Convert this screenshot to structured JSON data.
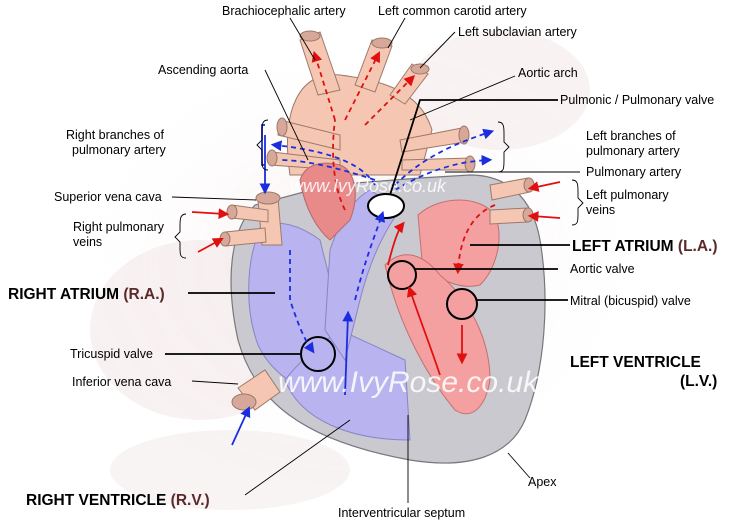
{
  "labels": {
    "brachiocephalic_artery": "Brachiocephalic artery",
    "left_common_carotid_artery": "Left common carotid artery",
    "left_subclavian_artery": "Left subclavian artery",
    "ascending_aorta": "Ascending aorta",
    "aortic_arch": "Aortic arch",
    "pulmonic_valve": "Pulmonic / Pulmonary valve",
    "right_branches_line1": "Right branches of",
    "right_branches_line2": "pulmonary artery",
    "left_branches_line1": "Left branches of",
    "left_branches_line2": "pulmonary artery",
    "pulmonary_artery": "Pulmonary artery",
    "superior_vena_cava": "Superior vena cava",
    "left_pulmonary_veins_line1": "Left pulmonary",
    "left_pulmonary_veins_line2": "veins",
    "right_pulmonary_veins_line1": "Right pulmonary",
    "right_pulmonary_veins_line2": "veins",
    "left_atrium_name": "LEFT ATRIUM ",
    "left_atrium_abbr": "(L.A.)",
    "aortic_valve": "Aortic valve",
    "right_atrium_name": "RIGHT ATRIUM ",
    "right_atrium_abbr": "(R.A.)",
    "mitral_valve": "Mitral (bicuspid) valve",
    "tricuspid_valve": "Tricuspid valve",
    "left_ventricle_name": "LEFT VENTRICLE",
    "left_ventricle_abbr": "(L.V.)",
    "inferior_vena_cava": "Inferior vena cava",
    "apex": "Apex",
    "right_ventricle_name": "RIGHT VENTRICLE ",
    "right_ventricle_abbr": "(R.V.)",
    "interventricular_septum": "Interventricular septum"
  },
  "watermark": {
    "small": "www.IvyRose.co.uk",
    "large": "www.IvyRose.co.uk"
  },
  "colors": {
    "deoxygenated_flow": "#1a2ee0",
    "oxygenated_flow": "#e01010",
    "heart_wall": "#c9c9cf",
    "right_chambers": "#b9b3f0",
    "left_chambers": "#f4a0a0",
    "vessel_flesh": "#f5c7b3",
    "abbreviation_text": "#5a2a2a"
  }
}
